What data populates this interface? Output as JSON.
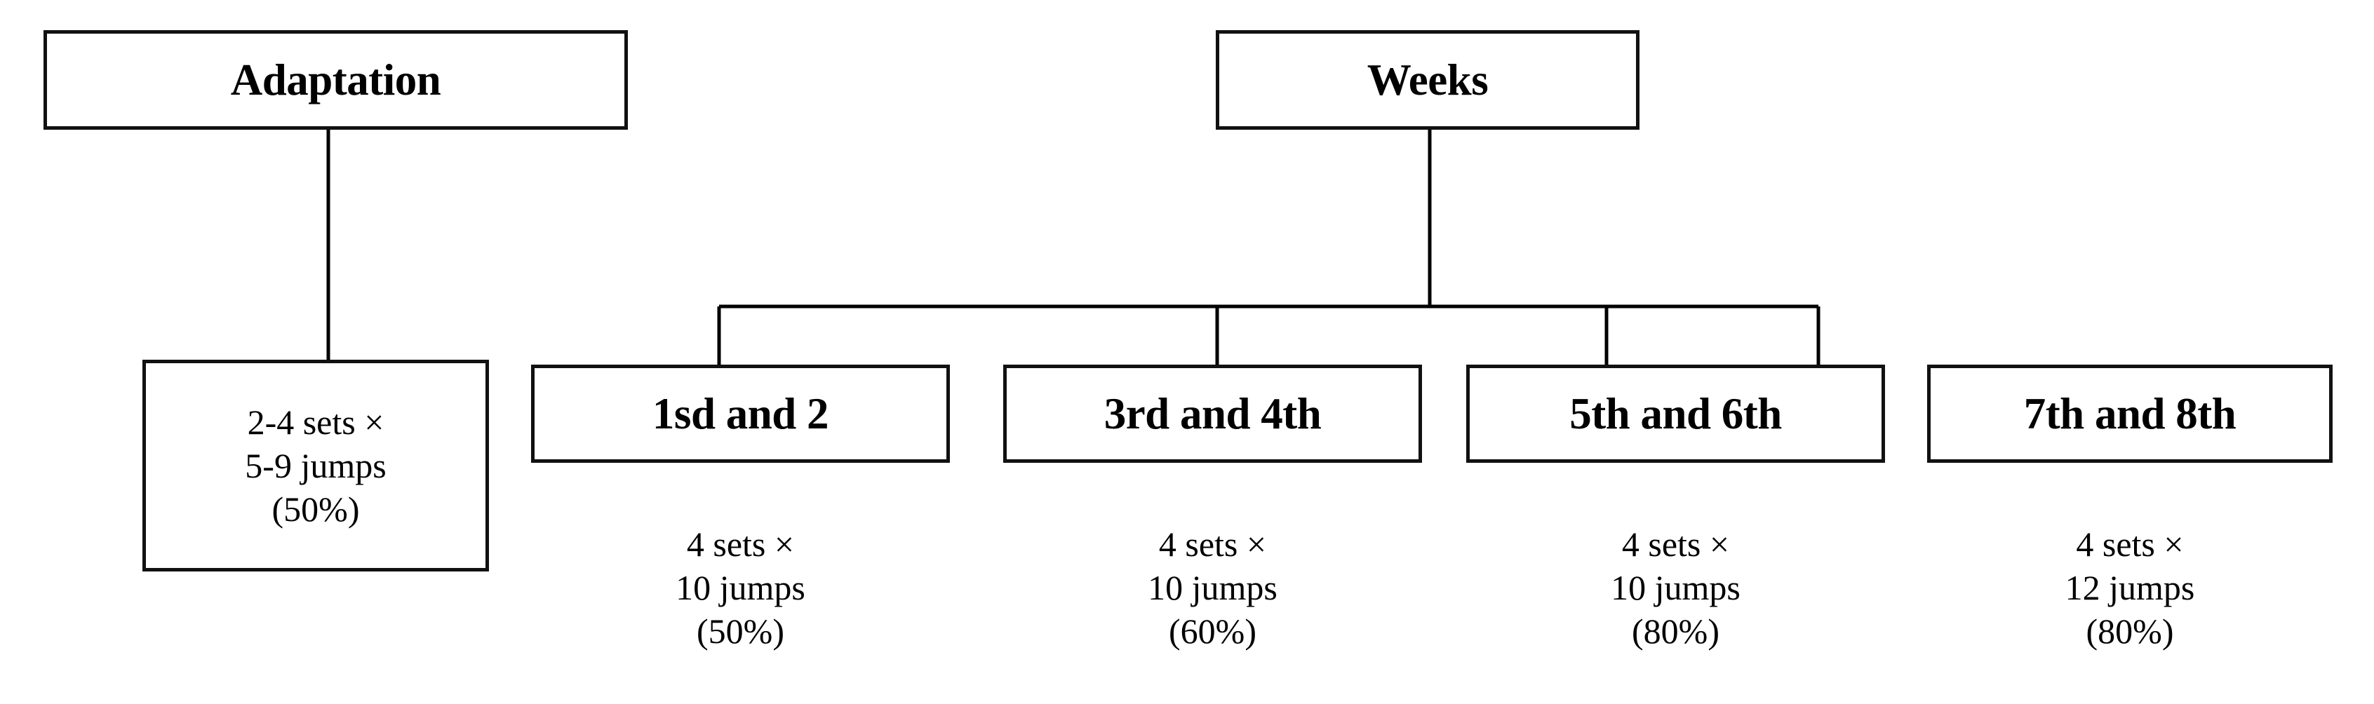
{
  "diagram": {
    "type": "tree",
    "background_color": "#ffffff",
    "line_color": "#000000",
    "text_color": "#000000",
    "branches": [
      {
        "id": "adaptation",
        "root_label": "Adaptation",
        "children": [
          {
            "id": "adaptation-detail",
            "lines": [
              "2-4 sets ×",
              "5-9 jumps",
              "(50%)"
            ],
            "sets": "2-4",
            "jumps": "5-9",
            "intensity": "50%"
          }
        ]
      },
      {
        "id": "weeks",
        "root_label": "Weeks",
        "children": [
          {
            "id": "week-1",
            "label": "1sd and 2",
            "caption_lines": [
              "4 sets ×",
              "10 jumps",
              "(50%)"
            ],
            "sets": "4",
            "jumps": "10",
            "intensity": "50%"
          },
          {
            "id": "week-2",
            "label": "3rd and 4th",
            "caption_lines": [
              "4 sets ×",
              "10 jumps",
              "(60%)"
            ],
            "sets": "4",
            "jumps": "10",
            "intensity": "60%"
          },
          {
            "id": "week-3",
            "label": "5th and 6th",
            "caption_lines": [
              "4 sets ×",
              "10 jumps",
              "(80%)"
            ],
            "sets": "4",
            "jumps": "10",
            "intensity": "80%"
          },
          {
            "id": "week-4",
            "label": "7th and 8th",
            "caption_lines": [
              "4 sets ×",
              "12 jumps",
              "(80%)"
            ],
            "sets": "4",
            "jumps": "12",
            "intensity": "80%"
          }
        ]
      }
    ]
  },
  "labels": {
    "adaptation": "Adaptation",
    "weeks": "Weeks",
    "adaptation_detail": {
      "l1": "2-4 sets ×",
      "l2": "5-9 jumps",
      "l3": "(50%)"
    },
    "week_1": {
      "title": "1sd and 2",
      "l1": "4 sets ×",
      "l2": "10 jumps",
      "l3": "(50%)"
    },
    "week_2": {
      "title": "3rd and 4th",
      "l1": "4 sets ×",
      "l2": "10 jumps",
      "l3": "(60%)"
    },
    "week_3": {
      "title": "5th and 6th",
      "l1": "4 sets ×",
      "l2": "10 jumps",
      "l3": "(80%)"
    },
    "week_4": {
      "title": "7th and 8th",
      "l1": "4 sets ×",
      "l2": "12 jumps",
      "l3": "(80%)"
    }
  }
}
